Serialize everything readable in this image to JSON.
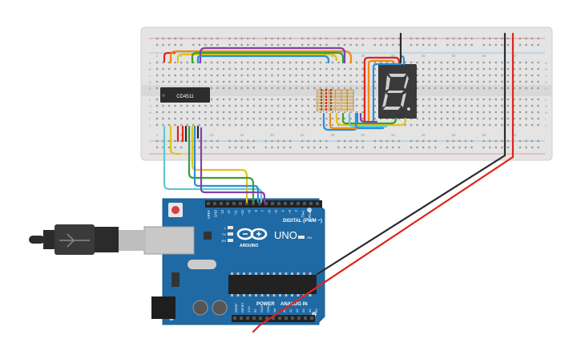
{
  "breadboard": {
    "row_letters_top": [
      "A",
      "B",
      "C",
      "D",
      "E"
    ],
    "row_letters_bottom": [
      "F",
      "G",
      "H",
      "I",
      "J"
    ],
    "column_numbers": [
      "1",
      "5",
      "10",
      "15",
      "20",
      "25",
      "30",
      "35",
      "40",
      "45",
      "50",
      "55",
      "60"
    ]
  },
  "chip": {
    "label": "CD4511"
  },
  "display": {
    "digit": "8"
  },
  "arduino": {
    "logo": "UNO",
    "brand": "ARDUINO",
    "digital_label": "DIGITAL (PWM ~)",
    "power_label": "POWER",
    "analog_label": "ANALOG IN",
    "aref_label": "AREF",
    "gnd_label": "GND",
    "pin_labels": [
      "13",
      "12",
      "~11",
      "~10",
      "~9",
      "8",
      "7",
      "~6",
      "~5",
      "4",
      "~3",
      "2",
      "TX▸1",
      "RX◂0"
    ],
    "power_pins": [
      "IOREF",
      "RESET",
      "3.3V",
      "5V",
      "GND",
      "GND",
      "Vin"
    ],
    "analog_pins": [
      "A0",
      "A1",
      "A2",
      "A3",
      "A4",
      "A5"
    ],
    "leds": [
      "L",
      "TX",
      "RX"
    ],
    "on_label": "ON"
  },
  "colors": {
    "board_bg": "#e6e6e6",
    "arduino_blue": "#1f6aa5",
    "wire_red": "#e0251b",
    "wire_black": "#2b2b2b",
    "wire_orange": "#f08a12",
    "wire_yellow": "#e2c21a",
    "wire_green": "#3aa12e",
    "wire_blue": "#2a8fd6",
    "wire_purple": "#8440a8",
    "wire_cyan": "#5cc9d4"
  }
}
